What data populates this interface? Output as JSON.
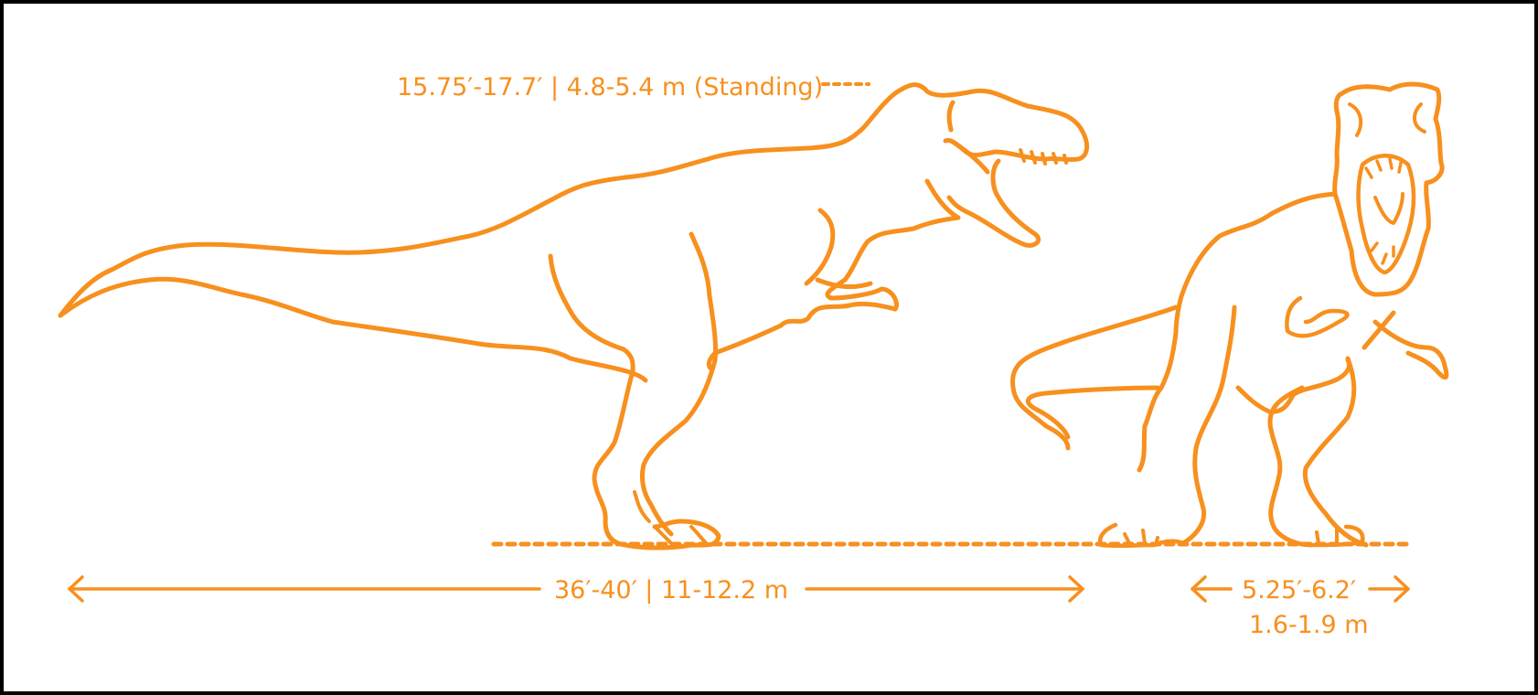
{
  "labels": {
    "height": "15.75′-17.7′ | 4.8-5.4 m (Standing)",
    "length": "36′-40′ | 11-12.2 m",
    "width_ft": "5.25′-6.2′",
    "width_m": "1.6-1.9 m"
  },
  "colors": {
    "accent": "#F7901E",
    "background": "#FFFFFF",
    "border": "#000000"
  }
}
